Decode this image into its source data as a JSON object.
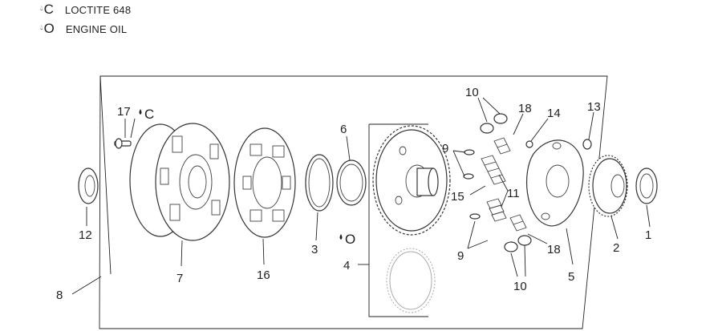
{
  "legend": [
    {
      "code": "C",
      "text": "LOCTITE 648",
      "icon": "drop-icon"
    },
    {
      "code": "O",
      "text": "ENGINE OIL",
      "icon": "drop-icon"
    }
  ],
  "callouts": {
    "p1": "1",
    "p2": "2",
    "p4": "4",
    "p5": "5",
    "p6": "6",
    "p7": "7",
    "p8": "8",
    "p9a": "9",
    "p9b": "9",
    "p10a": "10",
    "p10b": "10",
    "p11": "11",
    "p12": "12",
    "p13": "13",
    "p14": "14",
    "p15": "15",
    "p16": "16",
    "p17": "17",
    "p18a": "18",
    "p18b": "18",
    "p3": "3"
  },
  "markers": {
    "loctite": "C",
    "oil": "O"
  }
}
